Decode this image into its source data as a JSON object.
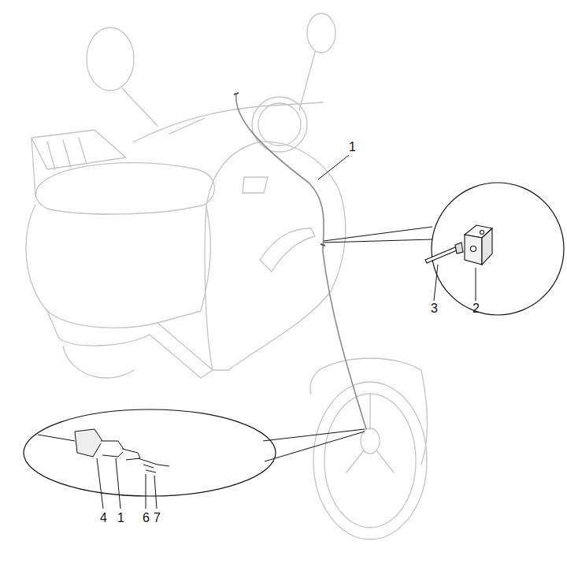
{
  "diagram": {
    "labels": [
      "1",
      "3",
      "2",
      "4",
      "1",
      "6",
      "7"
    ]
  }
}
